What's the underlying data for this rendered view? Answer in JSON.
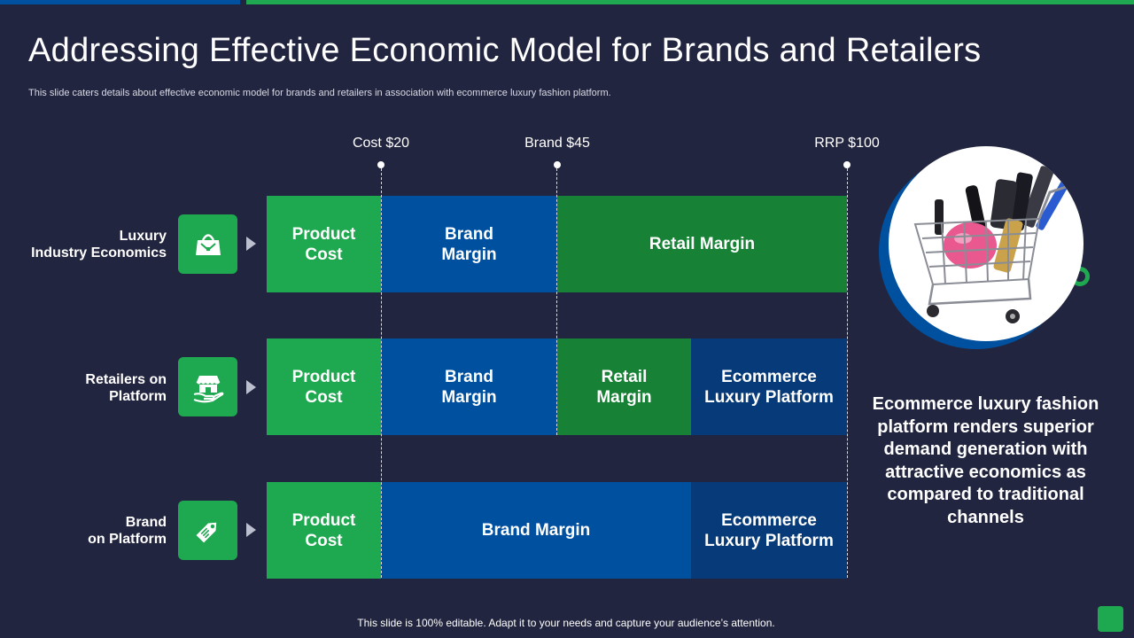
{
  "header": {
    "title": "Addressing Effective Economic Model for Brands and Retailers",
    "subtitle": "This slide caters details about effective economic model for brands and retailers in association with ecommerce luxury fashion platform."
  },
  "markers": [
    {
      "label": "Cost $20"
    },
    {
      "label": "Brand $45"
    },
    {
      "label": "RRP $100"
    }
  ],
  "rows": [
    {
      "label_line1": "Luxury",
      "label_line2": "Industry Economics",
      "icon": "handbag-icon",
      "segments": [
        "Product\nCost",
        "Brand\nMargin",
        "Retail Margin"
      ]
    },
    {
      "label_line1": "Retailers on",
      "label_line2": "Platform",
      "icon": "store-in-hand-icon",
      "segments": [
        "Product\nCost",
        "Brand\nMargin",
        "Retail\nMargin",
        "Ecommerce\nLuxury Platform"
      ]
    },
    {
      "label_line1": "Brand",
      "label_line2": "on Platform",
      "icon": "price-tag-icon",
      "segments": [
        "Product\nCost",
        "Brand Margin",
        "Ecommerce\nLuxury Platform"
      ]
    }
  ],
  "side_text": "Ecommerce luxury fashion platform renders superior demand generation with attractive economics as compared to traditional channels",
  "image_icon": "shopping-cart-cosmetics-icon",
  "footer": "This slide is 100% editable. Adapt it to your needs and capture your audience’s attention.",
  "colors": {
    "background": "#22253f",
    "green": "#1ea84f",
    "blue": "#0050a0",
    "dark_green": "#178236",
    "navy": "#063a78"
  }
}
